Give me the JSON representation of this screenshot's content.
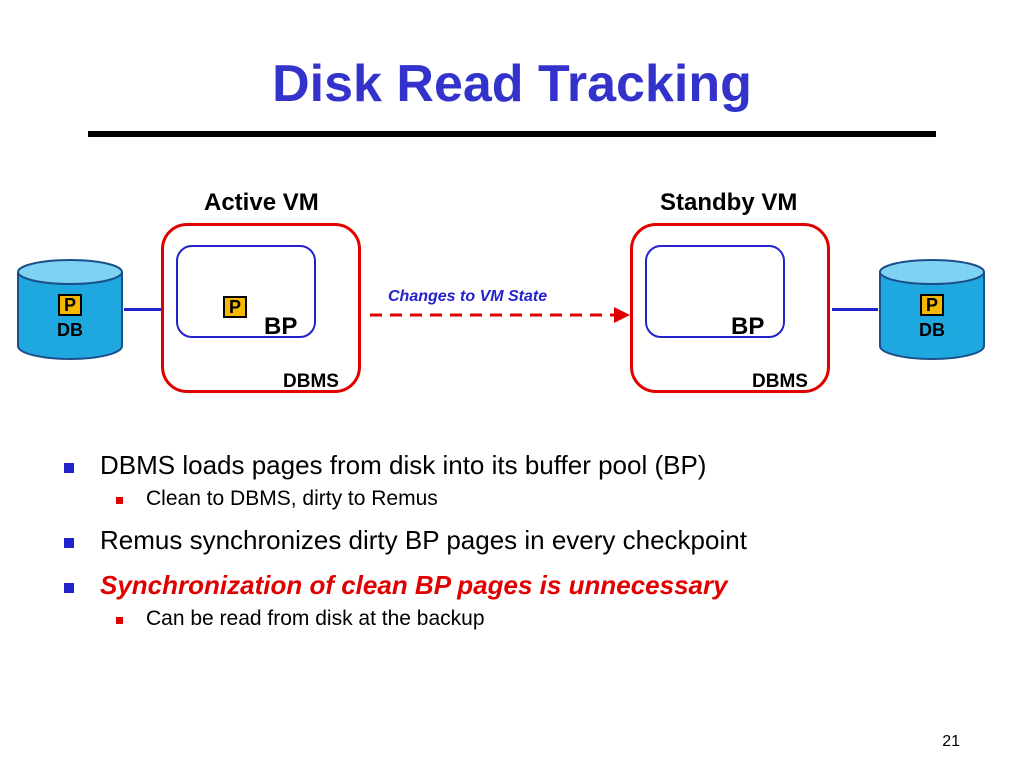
{
  "title": "Disk Read Tracking",
  "diagram": {
    "active_vm": {
      "label": "Active VM",
      "bp_label": "BP",
      "dbms_label": "DBMS",
      "page_marker": "P"
    },
    "standby_vm": {
      "label": "Standby VM",
      "bp_label": "BP",
      "dbms_label": "DBMS"
    },
    "left_db": {
      "label": "DB",
      "page_marker": "P"
    },
    "right_db": {
      "label": "DB",
      "page_marker": "P"
    },
    "arrow_label": "Changes to VM State",
    "colors": {
      "vm_border": "#e00000",
      "bp_border": "#2222cc",
      "page_fill": "#f5b800",
      "db_fill": "#1fa8e0"
    }
  },
  "bullets": [
    {
      "text": "DBMS loads pages from disk into its buffer pool (BP)",
      "sub": [
        "Clean to DBMS, dirty to Remus"
      ]
    },
    {
      "text": "Remus synchronizes dirty BP pages in every checkpoint",
      "sub": []
    },
    {
      "text": "Synchronization of clean BP pages is unnecessary",
      "emphasis": true,
      "sub": [
        "Can be read from disk at the backup"
      ]
    }
  ],
  "page_number": "21"
}
